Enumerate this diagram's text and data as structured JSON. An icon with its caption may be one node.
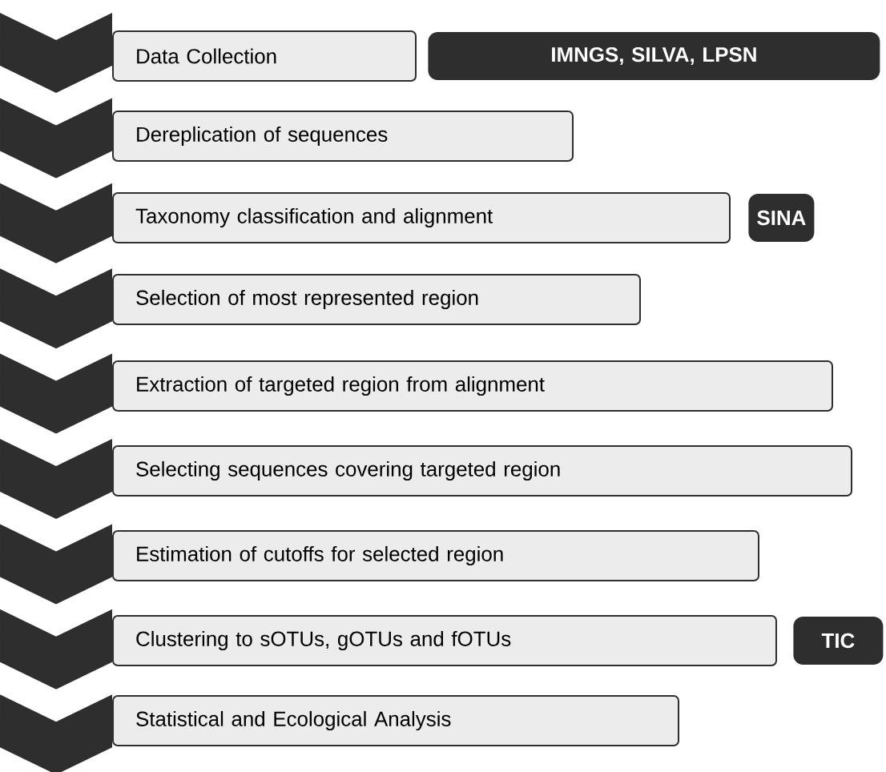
{
  "diagram": {
    "nodes": [
      {
        "text": [
          "Data Collection"
        ]
      },
      {
        "text": [
          "IMNGS, SILVA, LPSN"
        ]
      },
      {
        "text": [
          "Dereplication of sequences"
        ]
      },
      {
        "text": [
          "Taxonomy classification and alignment"
        ]
      },
      {
        "text": [
          "SINA"
        ]
      },
      {
        "text": [
          "Selection of most represented region"
        ]
      },
      {
        "text": [
          "Extraction of targeted region from alignment"
        ]
      },
      {
        "text": [
          "Selecting sequences covering targeted region"
        ]
      },
      {
        "text": [
          "Estimation of cutoffs for selected region"
        ]
      },
      {
        "text": [
          "Clustering to sOTUs, gOTUs and fOTUs"
        ]
      },
      {
        "text": [
          "TIC"
        ]
      },
      {
        "text": [
          "Statistical and Ecological Analysis"
        ]
      }
    ]
  }
}
